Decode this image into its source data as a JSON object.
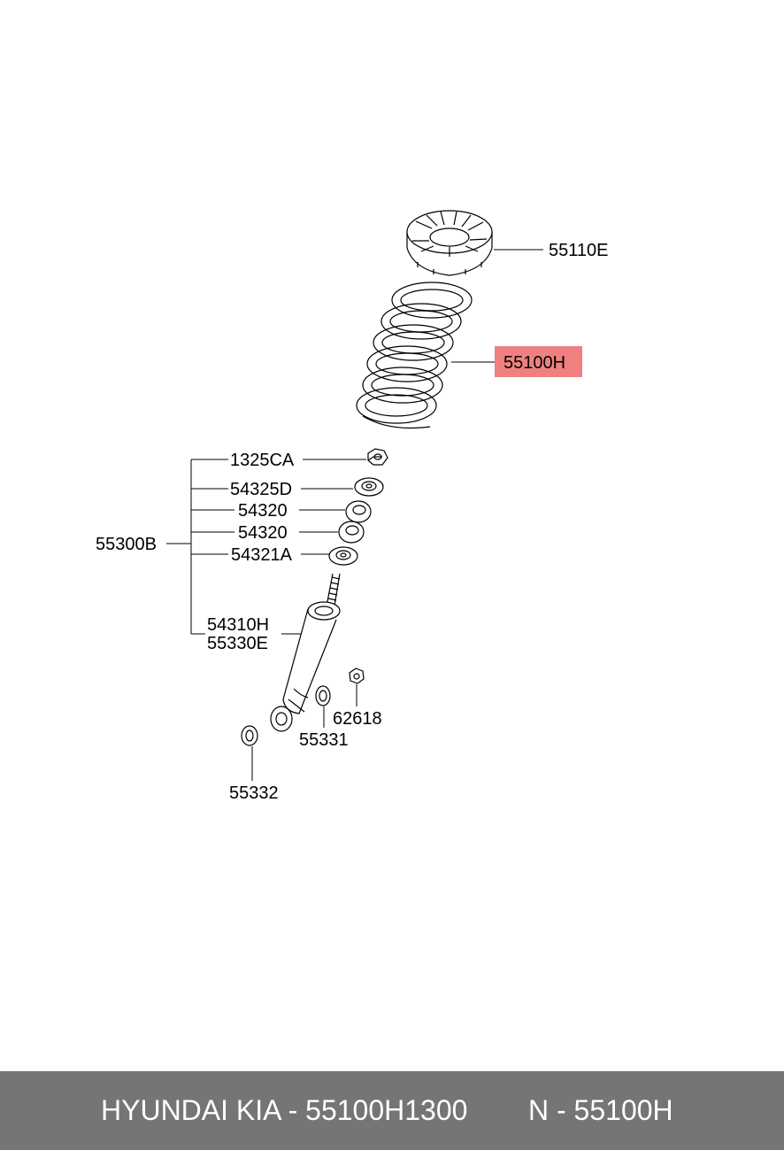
{
  "parts": {
    "spring_seat": "55110E",
    "coil_spring": "55100H",
    "shock_kit": "55300B",
    "nut_top": "1325CA",
    "washer_top": "54325D",
    "bushing_upper": "54320",
    "bushing_lower": "54320",
    "washer_lower": "54321A",
    "shock_absorber": "54310H",
    "shock_absorber_alt": "55330E",
    "nut_side": "62618",
    "washer_side": "55331",
    "washer_bottom": "55332"
  },
  "colors": {
    "highlight": "#f08080",
    "footer_bg": "#757575",
    "footer_text": "#ffffff"
  },
  "footer": {
    "brand_part": "HYUNDAI KIA - 55100H1300",
    "alt_part": "N - 55100H"
  }
}
